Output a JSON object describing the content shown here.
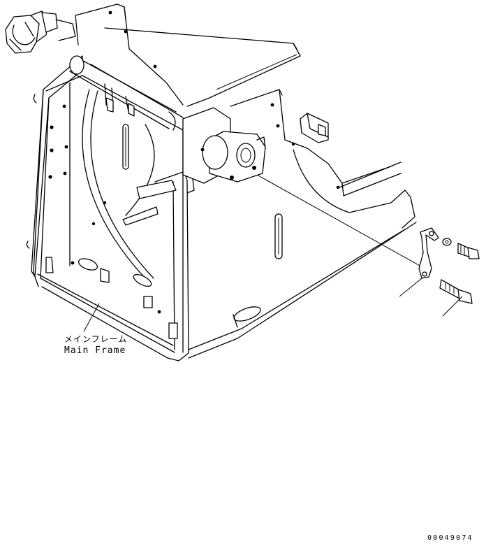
{
  "labels": {
    "main_frame_jp": "メインフレーム",
    "main_frame_en": "Main Frame"
  },
  "doc_number": "00049074"
}
